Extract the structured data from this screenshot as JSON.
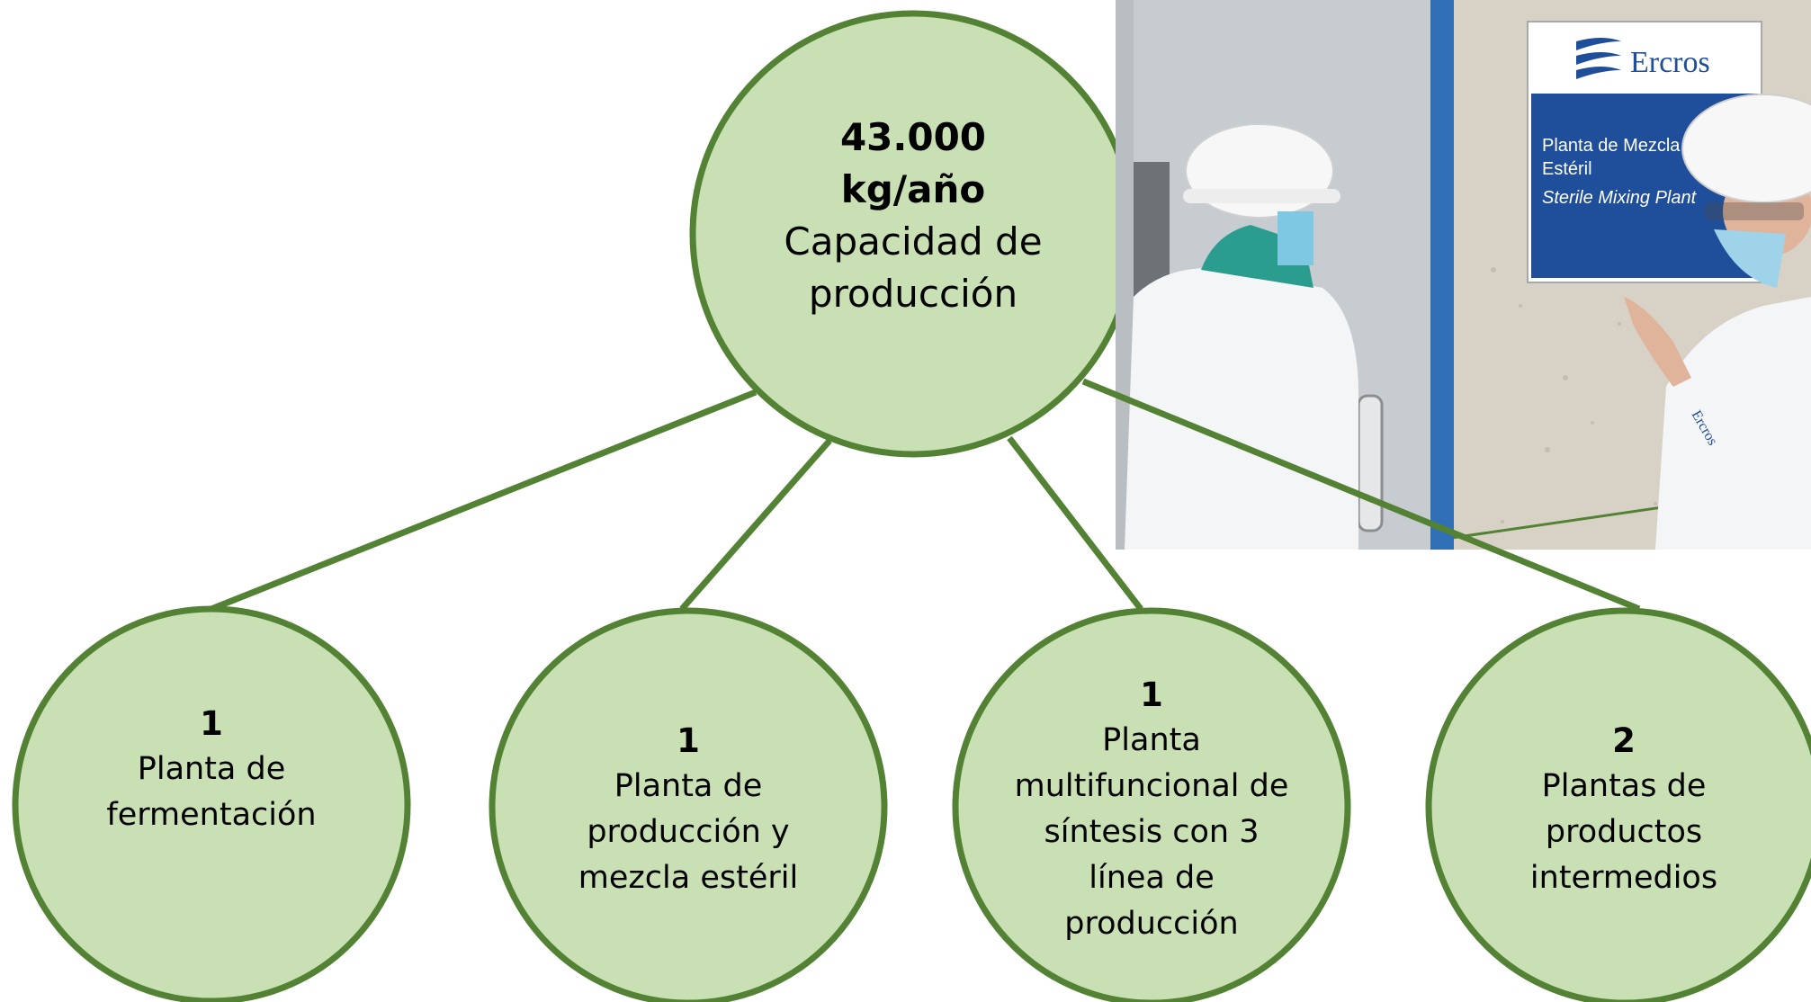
{
  "colors": {
    "node_fill": "#c8e0b4",
    "node_stroke": "#548235",
    "connector": "#548235"
  },
  "main_node": {
    "value_line1": "43.000",
    "value_line2": "kg/año",
    "label_line1": "Capacidad de",
    "label_line2": "producción"
  },
  "leaves": [
    {
      "value": "1",
      "lines": [
        "Planta de",
        "fermentación"
      ]
    },
    {
      "value": "1",
      "lines": [
        "Planta de",
        "producción y",
        "mezcla estéril"
      ]
    },
    {
      "value": "1",
      "lines": [
        "Planta",
        "multifuncional de",
        "síntesis con 3",
        "línea de",
        "producción"
      ]
    },
    {
      "value": "2",
      "lines": [
        "Plantas de",
        "productos",
        "intermedios"
      ]
    }
  ],
  "photo": {
    "sign_brand": "Ercros",
    "sign_line1": "Planta de Mezcla",
    "sign_line2": "Estéril",
    "sign_line3": "Sterile Mixing Plant",
    "coat_logo": "Ercros"
  }
}
